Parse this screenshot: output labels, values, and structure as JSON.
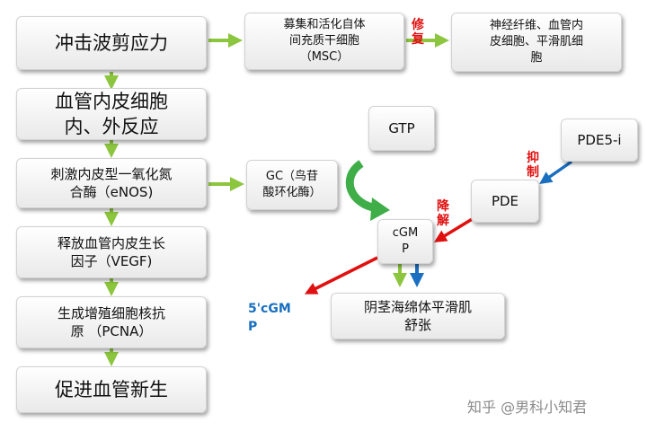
{
  "left_chain": {
    "step1": "冲击波剪应力",
    "step2_line1": "血管内皮细胞",
    "step2_line2": "内、外反应",
    "step3_line1": "刺激内皮型一氧化氮",
    "step3_line2": "合酶（eNOS)",
    "step4_line1": "释放血管内皮生长",
    "step4_line2": "因子（VEGF)",
    "step5_line1": "生成增殖细胞核抗",
    "step5_line2": "原 （PCNA）",
    "step6": "促进血管新生"
  },
  "msc": {
    "line1": "募集和活化自体",
    "line2": "间充质干细胞",
    "line3": "（MSC）"
  },
  "repair_label": [
    "修",
    "复"
  ],
  "target_cells": {
    "line1": "神经纤维、血管内",
    "line2": "皮细胞、平滑肌细",
    "line3": "胞"
  },
  "gc": {
    "line1": "GC（鸟苷",
    "line2": "酸环化酶）"
  },
  "gtp": "GTP",
  "cgmp": {
    "line1": "cGM",
    "line2": "P"
  },
  "pde": "PDE",
  "pde5i": "PDE5-i",
  "inhibit_label": [
    "抑",
    "制"
  ],
  "degrade_label": [
    "降",
    "解"
  ],
  "five_cgmp": {
    "line1": "5'cGM",
    "line2": "P"
  },
  "relax": {
    "line1": "阴茎海绵体平滑肌",
    "line2": "舒张"
  },
  "watermark": "知乎 @男科小知君",
  "colors": {
    "green_arrow": "#8cc63f",
    "red_arrow": "#e01010",
    "blue_arrow": "#1a6fc0"
  }
}
